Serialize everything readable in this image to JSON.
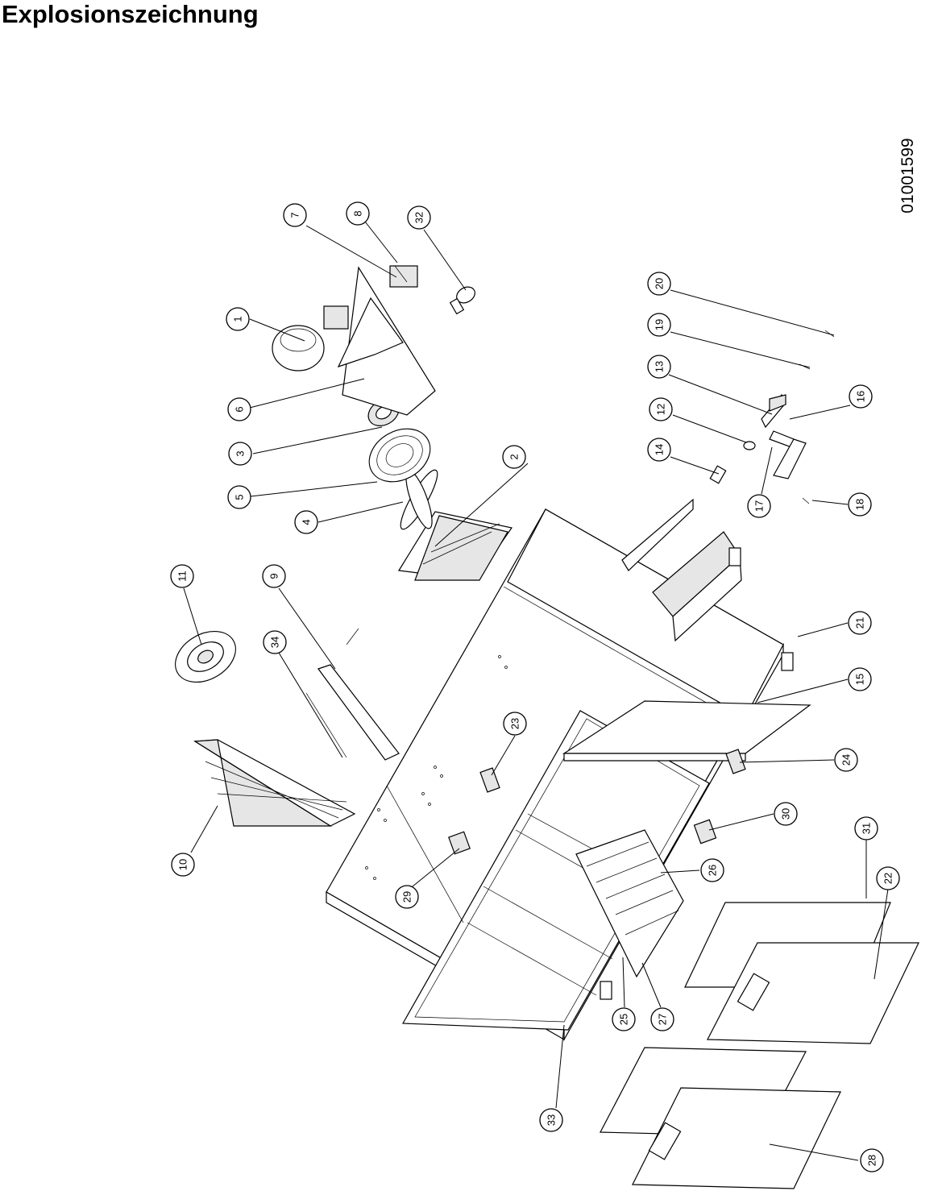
{
  "title": "Explosionszeichnung",
  "doc_number": "01001599",
  "callouts": [
    {
      "label": "1"
    },
    {
      "label": "2"
    },
    {
      "label": "3"
    },
    {
      "label": "4"
    },
    {
      "label": "5"
    },
    {
      "label": "6"
    },
    {
      "label": "7"
    },
    {
      "label": "8"
    },
    {
      "label": "9"
    },
    {
      "label": "10"
    },
    {
      "label": "11"
    },
    {
      "label": "12"
    },
    {
      "label": "13"
    },
    {
      "label": "14"
    },
    {
      "label": "15"
    },
    {
      "label": "16"
    },
    {
      "label": "17"
    },
    {
      "label": "18"
    },
    {
      "label": "19"
    },
    {
      "label": "20"
    },
    {
      "label": "21"
    },
    {
      "label": "22"
    },
    {
      "label": "23"
    },
    {
      "label": "24"
    },
    {
      "label": "25"
    },
    {
      "label": "26"
    },
    {
      "label": "27"
    },
    {
      "label": "28"
    },
    {
      "label": "29"
    },
    {
      "label": "30"
    },
    {
      "label": "31"
    },
    {
      "label": "32"
    },
    {
      "label": "33"
    },
    {
      "label": "34"
    }
  ]
}
